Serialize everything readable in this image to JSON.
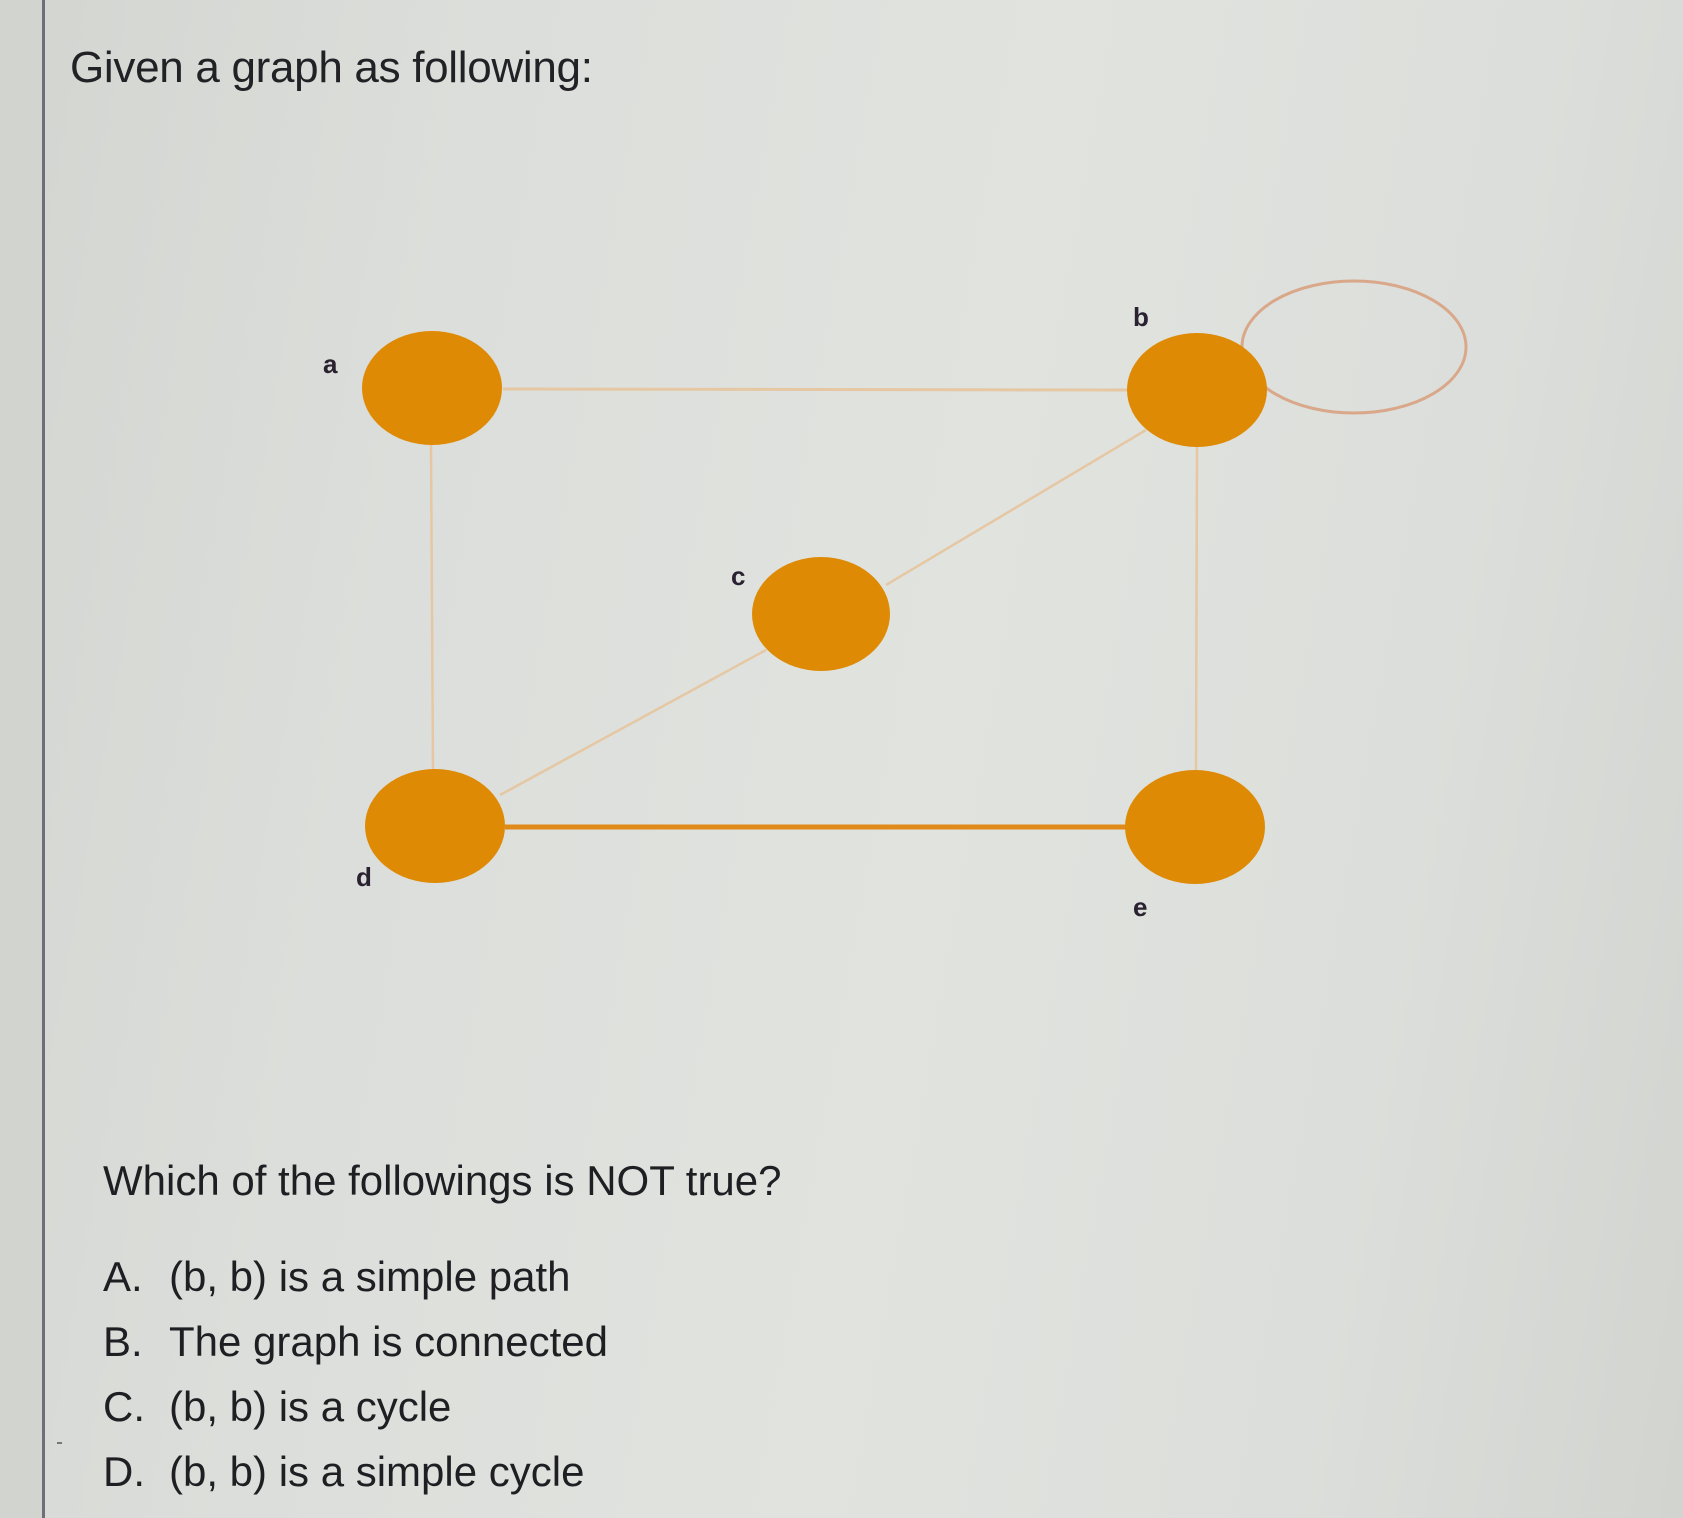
{
  "question": {
    "intro": "Given a graph as following:",
    "prompt": "Which of the followings is NOT true?",
    "options": [
      {
        "letter": "A.",
        "text": "(b, b) is a simple path"
      },
      {
        "letter": "B.",
        "text": "The graph is connected"
      },
      {
        "letter": "C.",
        "text": "(b, b) is a cycle"
      },
      {
        "letter": "D.",
        "text": "(b, b) is a simple cycle"
      }
    ]
  },
  "graph": {
    "node_color": "#de8a05",
    "edge_color": "#e6c7a3",
    "strong_edge_color": "#e08a1a",
    "loop_color": "#d9a88a",
    "nodes": [
      {
        "id": "a",
        "label": "a"
      },
      {
        "id": "b",
        "label": "b"
      },
      {
        "id": "c",
        "label": "c"
      },
      {
        "id": "d",
        "label": "d"
      },
      {
        "id": "e",
        "label": "e"
      }
    ],
    "edges": [
      {
        "from": "a",
        "to": "b"
      },
      {
        "from": "a",
        "to": "d"
      },
      {
        "from": "b",
        "to": "c"
      },
      {
        "from": "c",
        "to": "d"
      },
      {
        "from": "b",
        "to": "e"
      },
      {
        "from": "d",
        "to": "e"
      },
      {
        "from": "b",
        "to": "b"
      }
    ]
  }
}
